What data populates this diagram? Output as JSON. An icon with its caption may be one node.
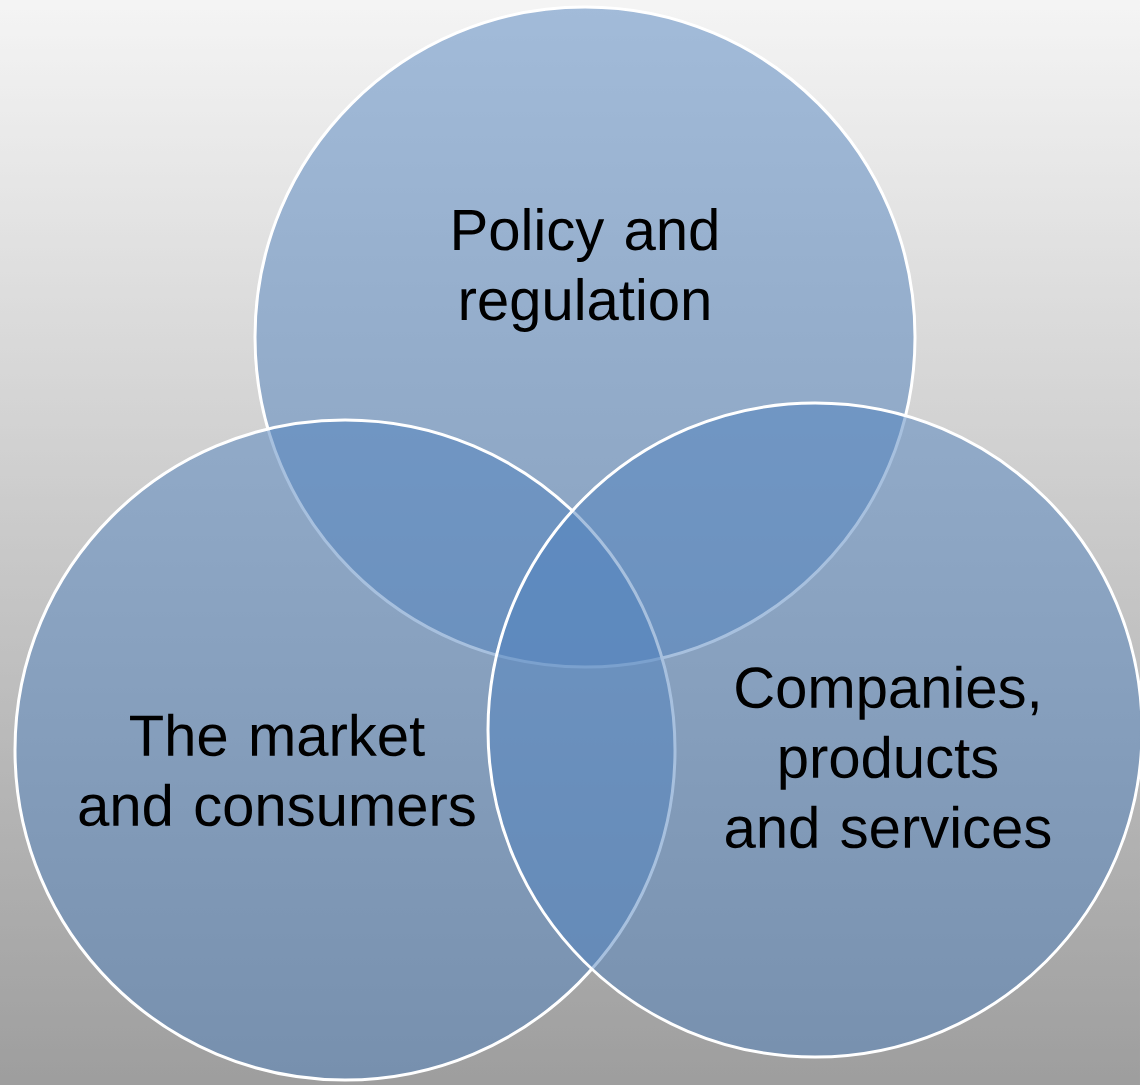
{
  "diagram": {
    "nodes": [
      {
        "text": [
          "Policy and regulation"
        ]
      },
      {
        "text": [
          "The market and consumers"
        ]
      },
      {
        "text": [
          "Companies, products and services"
        ]
      }
    ]
  }
}
